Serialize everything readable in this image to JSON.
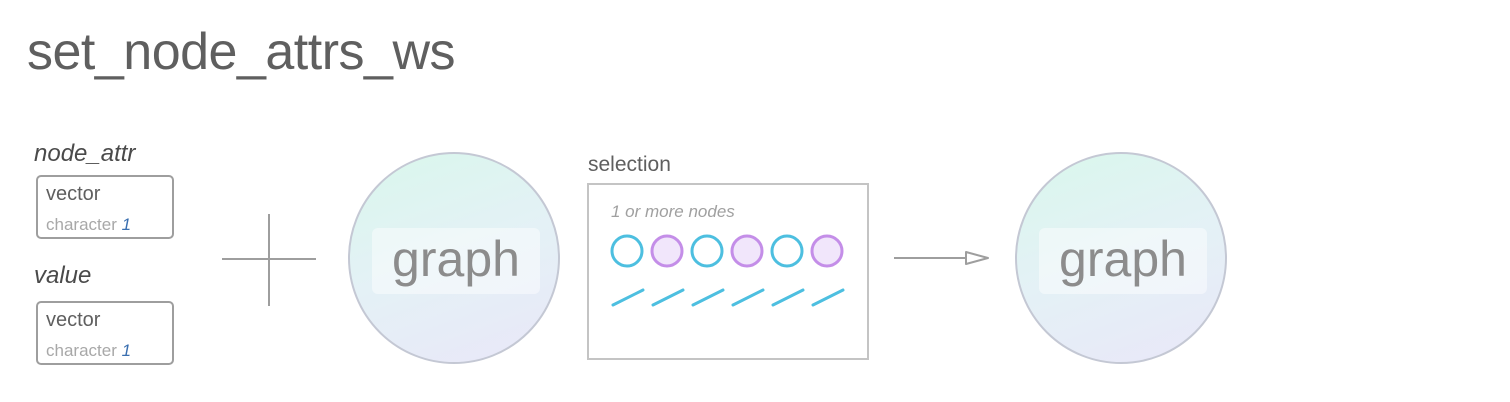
{
  "title": "set_node_attrs_ws",
  "params": [
    {
      "name": "node_attr",
      "type": "vector",
      "subtype": "character",
      "count": "1"
    },
    {
      "name": "value",
      "type": "vector",
      "subtype": "character",
      "count": "1"
    }
  ],
  "input_graph_label": "graph",
  "selection": {
    "label": "selection",
    "sublabel": "1 or more nodes",
    "nodes": [
      "teal",
      "purple",
      "teal",
      "purple",
      "teal",
      "purple"
    ],
    "edge_count": 6
  },
  "output_graph_label": "graph",
  "colors": {
    "node_teal": "#4dbfe0",
    "node_purple": "#c48ee8",
    "node_purple_fill": "#f1e6fb",
    "edge": "#4dbfe0"
  }
}
